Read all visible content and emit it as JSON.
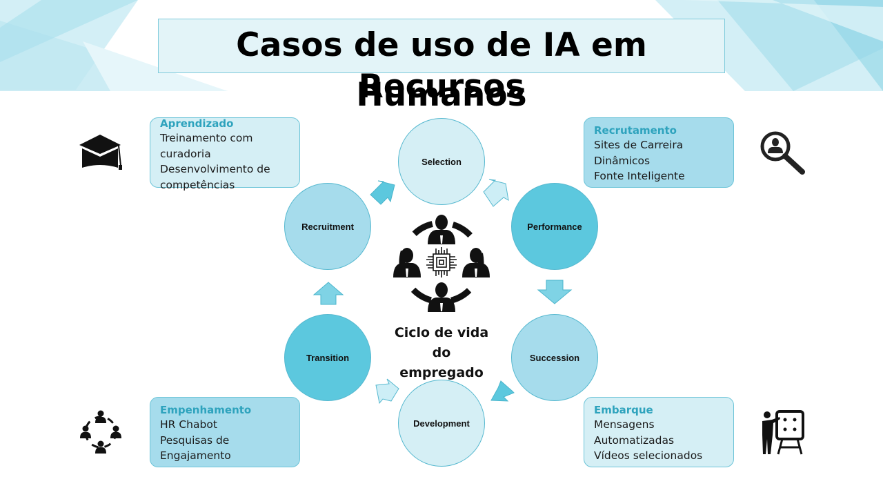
{
  "title": {
    "line1": "Casos de uso de IA em Recursos",
    "line2": "Humanos"
  },
  "colors": {
    "accent": "#2ea3bd",
    "node_dark": "#5cc8de",
    "node_mid": "#a6dcec",
    "node_light": "#d5eff5"
  },
  "cards": {
    "aprendizado": {
      "heading": "Aprendizado",
      "lines": [
        "Treinamento com",
        "curadoria",
        "Desenvolvimento de",
        "competências"
      ],
      "icon": "graduation-cap-icon"
    },
    "recrutamento": {
      "heading": "Recrutamento",
      "lines": [
        "Sites de Carreira",
        "Dinâmicos",
        "Fonte Inteligente"
      ],
      "icon": "magnifier-person-icon"
    },
    "empenhamento": {
      "heading": "Empenhamento",
      "lines": [
        "HR Chabot",
        "Pesquisas de",
        "Engajamento"
      ],
      "icon": "people-network-icon"
    },
    "embarque": {
      "heading": "Embarque",
      "lines": [
        "Mensagens",
        "Automatizadas",
        "Vídeos selecionados"
      ],
      "icon": "presenter-board-icon"
    }
  },
  "cycle": {
    "nodes": [
      "Selection",
      "Performance",
      "Succession",
      "Development",
      "Transition",
      "Recruitment"
    ],
    "center_label": [
      "Ciclo de vida",
      "do",
      "empregado"
    ],
    "center_icon": "ai-chip-people-icon"
  }
}
